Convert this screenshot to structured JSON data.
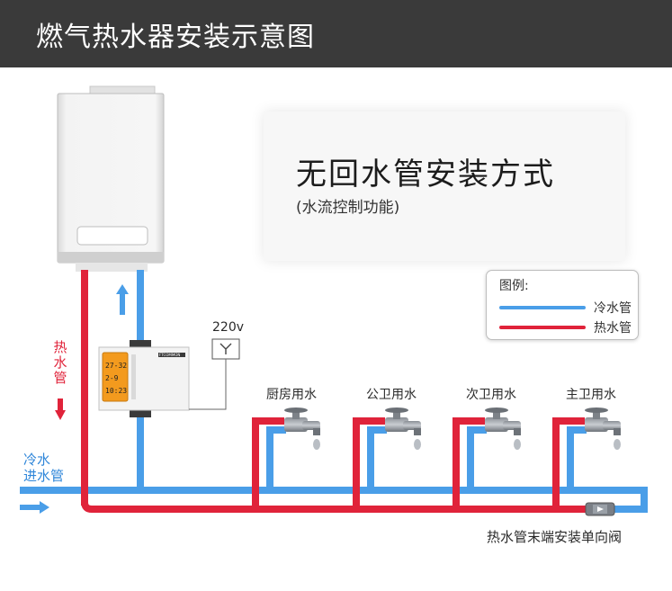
{
  "header": {
    "title": "燃气热水器安装示意图"
  },
  "card": {
    "title": "无回水管安装方式",
    "subtitle": "(水流控制功能)"
  },
  "legend": {
    "title": "图例:",
    "items": [
      {
        "label": "冷水管",
        "color": "#4a9ee8"
      },
      {
        "label": "热水管",
        "color": "#e0233a"
      }
    ]
  },
  "labels": {
    "hot_pipe_vertical": [
      "热",
      "水",
      "管"
    ],
    "cold_inlet_line1": "冷水",
    "cold_inlet_line2": "进水管",
    "power": "220v",
    "valve_note": "热水管末端安装单向阀"
  },
  "taps": [
    "厨房用水",
    "公卫用水",
    "次卫用水",
    "主卫用水"
  ],
  "controller": {
    "brand": "FTCOMMON",
    "lcd_lines": [
      "27-32",
      "2-9",
      "10:23"
    ]
  },
  "colors": {
    "cold": "#4a9ee8",
    "hot": "#e0233a",
    "header_bg": "#3a3a3a"
  }
}
